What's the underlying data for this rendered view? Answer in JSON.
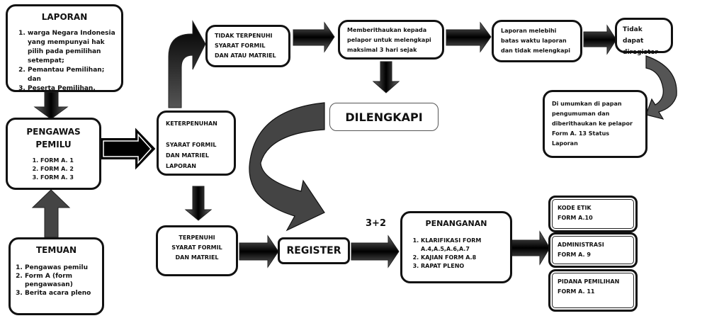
{
  "laporan": {
    "title": "LAPORAN",
    "items": [
      "warga Negara Indonesia yang mempunyai hak pilih pada pemilihan setempat;",
      "Pemantau Pemilihan; dan",
      "Peserta Pemilihan."
    ]
  },
  "pengawas": {
    "title_line1": "PENGAWAS",
    "title_line2": "PEMILU",
    "items": [
      "FORM A. 1",
      "FORM A. 2",
      "FORM A. 3"
    ]
  },
  "temuan": {
    "title": "TEMUAN",
    "items": [
      "Pengawas pemilu",
      "Form A (form pengawasan)",
      "Berita acara pleno"
    ]
  },
  "keterpenuhan": {
    "line1": "KETERPENUHAN",
    "line2": "SYARAT FORMIL",
    "line3": "DAN MATRIEL",
    "line4": "LAPORAN"
  },
  "tidak_terpenuhi": {
    "line1": "TIDAK TERPENUHI",
    "line2": "SYARAT FORMIL",
    "line3": "DAN ATAU MATRIEL"
  },
  "memberitahukan": {
    "line1": "Memberithaukan kepada",
    "line2": "pelapor untuk melengkapi",
    "line3": "maksimal 3 hari sejak"
  },
  "melebihi": {
    "line1": "Laporan melebihi",
    "line2": "batas waktu laporan",
    "line3": "dan tidak melengkapi"
  },
  "tidak_dapat": {
    "line1": "Tidak dapat",
    "line2": "diregister"
  },
  "diumumkan": {
    "line1": "Di umumkan di papan",
    "line2": "pengumuman dan",
    "line3": "diberithaukan ke pelapor",
    "line4": "Form A. 13 Status",
    "line5": "Laporan"
  },
  "dilengkapi": {
    "label": "DILENGKAPI"
  },
  "terpenuhi": {
    "line1": "TERPENUHI",
    "line2": "SYARAT FORMIL",
    "line3": "DAN MATRIEL"
  },
  "register": {
    "label": "REGISTER"
  },
  "days_label": "3+2",
  "penanganan": {
    "title": "PENANGANAN",
    "items": [
      "KLARIFIKASI FORM A.4,A.5,A.6,A.7",
      "KAJIAN FORM A.8",
      "RAPAT PLENO"
    ]
  },
  "outcomes": [
    {
      "line1": "KODE ETIK",
      "line2": "FORM A.10"
    },
    {
      "line1": "ADMINISTRASI",
      "line2": "FORM A. 9"
    },
    {
      "line1": "PIDANA PEMILIHAN",
      "line2": "FORM A. 11"
    }
  ]
}
